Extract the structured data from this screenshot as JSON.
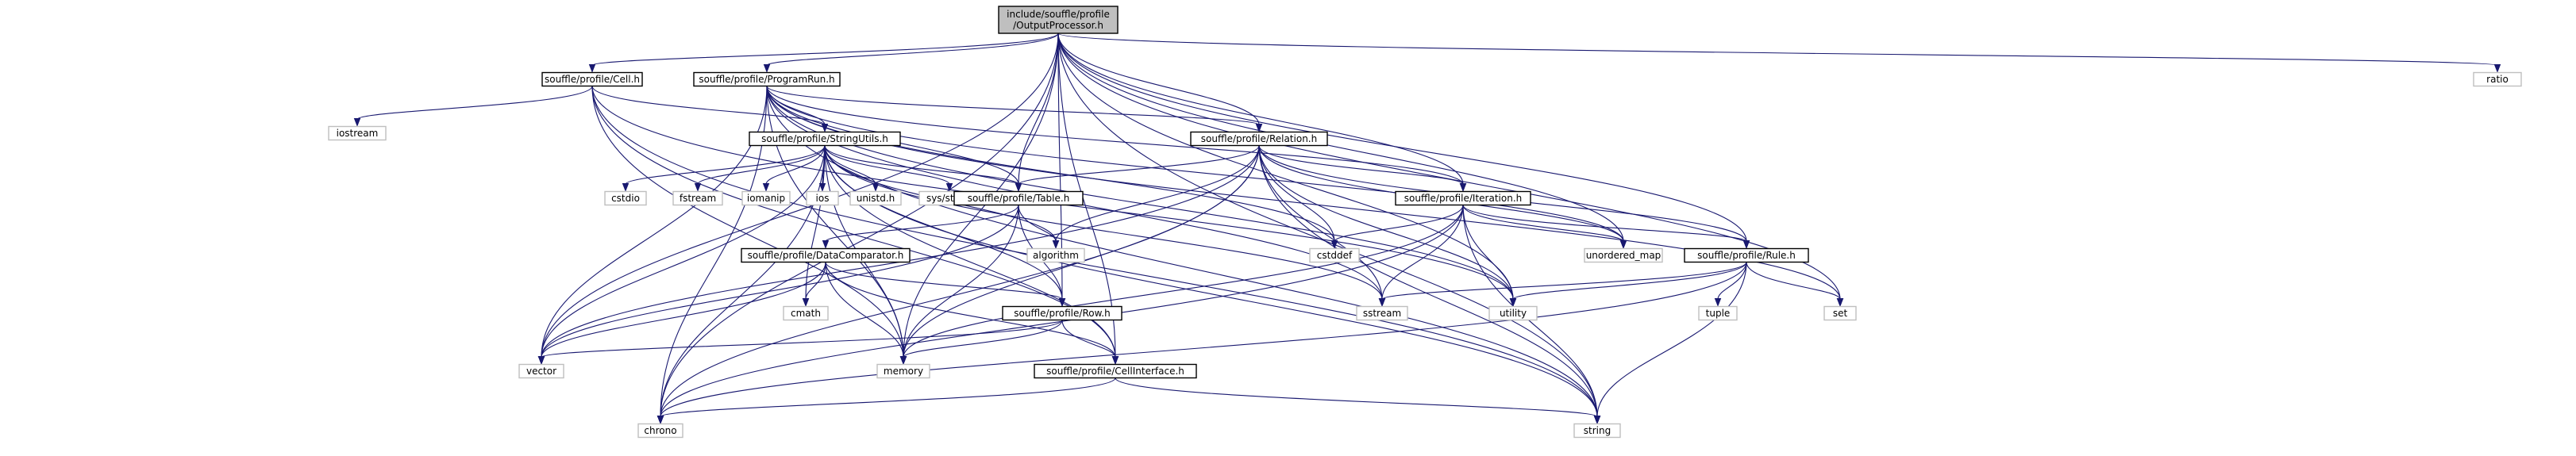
{
  "graph": {
    "root": "root",
    "nodes": [
      {
        "id": "root",
        "lines": [
          "include/souffle/profile",
          "/OutputProcessor.h"
        ],
        "kind": "root"
      },
      {
        "id": "cell",
        "lines": [
          "souffle/profile/Cell.h"
        ],
        "kind": "file"
      },
      {
        "id": "programrun",
        "lines": [
          "souffle/profile/ProgramRun.h"
        ],
        "kind": "file"
      },
      {
        "id": "ratio",
        "lines": [
          "ratio"
        ],
        "kind": "system"
      },
      {
        "id": "iostream",
        "lines": [
          "iostream"
        ],
        "kind": "system"
      },
      {
        "id": "stringutils",
        "lines": [
          "souffle/profile/StringUtils.h"
        ],
        "kind": "file"
      },
      {
        "id": "relation",
        "lines": [
          "souffle/profile/Relation.h"
        ],
        "kind": "file"
      },
      {
        "id": "cstdio",
        "lines": [
          "cstdio"
        ],
        "kind": "system"
      },
      {
        "id": "fstream",
        "lines": [
          "fstream"
        ],
        "kind": "system"
      },
      {
        "id": "iomanip",
        "lines": [
          "iomanip"
        ],
        "kind": "system"
      },
      {
        "id": "ios",
        "lines": [
          "ios"
        ],
        "kind": "system"
      },
      {
        "id": "unistd",
        "lines": [
          "unistd.h"
        ],
        "kind": "system"
      },
      {
        "id": "sysstat",
        "lines": [
          "sys/stat.h"
        ],
        "kind": "system"
      },
      {
        "id": "table",
        "lines": [
          "souffle/profile/Table.h"
        ],
        "kind": "file"
      },
      {
        "id": "iteration",
        "lines": [
          "souffle/profile/Iteration.h"
        ],
        "kind": "file"
      },
      {
        "id": "cstddef",
        "lines": [
          "cstddef"
        ],
        "kind": "system"
      },
      {
        "id": "unordered_map",
        "lines": [
          "unordered_map"
        ],
        "kind": "system"
      },
      {
        "id": "algorithm",
        "lines": [
          "algorithm"
        ],
        "kind": "system"
      },
      {
        "id": "rule",
        "lines": [
          "souffle/profile/Rule.h"
        ],
        "kind": "file"
      },
      {
        "id": "datacomparator",
        "lines": [
          "souffle/profile/DataComparator.h"
        ],
        "kind": "file"
      },
      {
        "id": "cmath",
        "lines": [
          "cmath"
        ],
        "kind": "system"
      },
      {
        "id": "row",
        "lines": [
          "souffle/profile/Row.h"
        ],
        "kind": "file"
      },
      {
        "id": "sstream",
        "lines": [
          "sstream"
        ],
        "kind": "system"
      },
      {
        "id": "utility",
        "lines": [
          "utility"
        ],
        "kind": "system"
      },
      {
        "id": "tuple",
        "lines": [
          "tuple"
        ],
        "kind": "system"
      },
      {
        "id": "set",
        "lines": [
          "set"
        ],
        "kind": "system"
      },
      {
        "id": "vector",
        "lines": [
          "vector"
        ],
        "kind": "system"
      },
      {
        "id": "memory",
        "lines": [
          "memory"
        ],
        "kind": "system"
      },
      {
        "id": "cellinterface",
        "lines": [
          "souffle/profile/CellInterface.h"
        ],
        "kind": "file"
      },
      {
        "id": "chrono",
        "lines": [
          "chrono"
        ],
        "kind": "system"
      },
      {
        "id": "string",
        "lines": [
          "string"
        ],
        "kind": "system"
      }
    ],
    "edges": [
      [
        "root",
        "cell"
      ],
      [
        "root",
        "programrun"
      ],
      [
        "root",
        "ratio"
      ],
      [
        "root",
        "relation"
      ],
      [
        "root",
        "iteration"
      ],
      [
        "root",
        "rule"
      ],
      [
        "root",
        "table"
      ],
      [
        "root",
        "row"
      ],
      [
        "root",
        "cellinterface"
      ],
      [
        "root",
        "unordered_map"
      ],
      [
        "root",
        "set"
      ],
      [
        "root",
        "utility"
      ],
      [
        "root",
        "vector"
      ],
      [
        "root",
        "memory"
      ],
      [
        "root",
        "chrono"
      ],
      [
        "root",
        "string"
      ],
      [
        "cell",
        "stringutils"
      ],
      [
        "cell",
        "cellinterface"
      ],
      [
        "cell",
        "iostream"
      ],
      [
        "cell",
        "memory"
      ],
      [
        "cell",
        "string"
      ],
      [
        "cell",
        "utility"
      ],
      [
        "programrun",
        "stringutils"
      ],
      [
        "programrun",
        "relation"
      ],
      [
        "programrun",
        "table"
      ],
      [
        "programrun",
        "iteration"
      ],
      [
        "programrun",
        "cstddef"
      ],
      [
        "programrun",
        "unordered_map"
      ],
      [
        "programrun",
        "set"
      ],
      [
        "programrun",
        "sstream"
      ],
      [
        "programrun",
        "utility"
      ],
      [
        "programrun",
        "vector"
      ],
      [
        "programrun",
        "memory"
      ],
      [
        "programrun",
        "chrono"
      ],
      [
        "programrun",
        "string"
      ],
      [
        "stringutils",
        "table"
      ],
      [
        "stringutils",
        "row"
      ],
      [
        "stringutils",
        "cellinterface"
      ],
      [
        "stringutils",
        "cstdio"
      ],
      [
        "stringutils",
        "fstream"
      ],
      [
        "stringutils",
        "iomanip"
      ],
      [
        "stringutils",
        "ios"
      ],
      [
        "stringutils",
        "unistd"
      ],
      [
        "stringutils",
        "sysstat"
      ],
      [
        "stringutils",
        "algorithm"
      ],
      [
        "stringutils",
        "cmath"
      ],
      [
        "stringutils",
        "sstream"
      ],
      [
        "stringutils",
        "vector"
      ],
      [
        "stringutils",
        "memory"
      ],
      [
        "stringutils",
        "chrono"
      ],
      [
        "stringutils",
        "string"
      ],
      [
        "relation",
        "iteration"
      ],
      [
        "relation",
        "rule"
      ],
      [
        "relation",
        "table"
      ],
      [
        "relation",
        "cstddef"
      ],
      [
        "relation",
        "unordered_map"
      ],
      [
        "relation",
        "algorithm"
      ],
      [
        "relation",
        "sstream"
      ],
      [
        "relation",
        "utility"
      ],
      [
        "relation",
        "vector"
      ],
      [
        "relation",
        "memory"
      ],
      [
        "relation",
        "chrono"
      ],
      [
        "relation",
        "string"
      ],
      [
        "table",
        "datacomparator"
      ],
      [
        "table",
        "row"
      ],
      [
        "table",
        "algorithm"
      ],
      [
        "table",
        "memory"
      ],
      [
        "table",
        "vector"
      ],
      [
        "iteration",
        "rule"
      ],
      [
        "iteration",
        "cstddef"
      ],
      [
        "iteration",
        "unordered_map"
      ],
      [
        "iteration",
        "sstream"
      ],
      [
        "iteration",
        "utility"
      ],
      [
        "iteration",
        "memory"
      ],
      [
        "iteration",
        "chrono"
      ],
      [
        "iteration",
        "string"
      ],
      [
        "rule",
        "set"
      ],
      [
        "rule",
        "tuple"
      ],
      [
        "rule",
        "sstream"
      ],
      [
        "rule",
        "utility"
      ],
      [
        "rule",
        "chrono"
      ],
      [
        "rule",
        "string"
      ],
      [
        "datacomparator",
        "row"
      ],
      [
        "datacomparator",
        "cellinterface"
      ],
      [
        "datacomparator",
        "cmath"
      ],
      [
        "datacomparator",
        "vector"
      ],
      [
        "datacomparator",
        "memory"
      ],
      [
        "row",
        "cellinterface"
      ],
      [
        "row",
        "memory"
      ],
      [
        "row",
        "vector"
      ],
      [
        "cellinterface",
        "chrono"
      ],
      [
        "cellinterface",
        "string"
      ]
    ]
  }
}
